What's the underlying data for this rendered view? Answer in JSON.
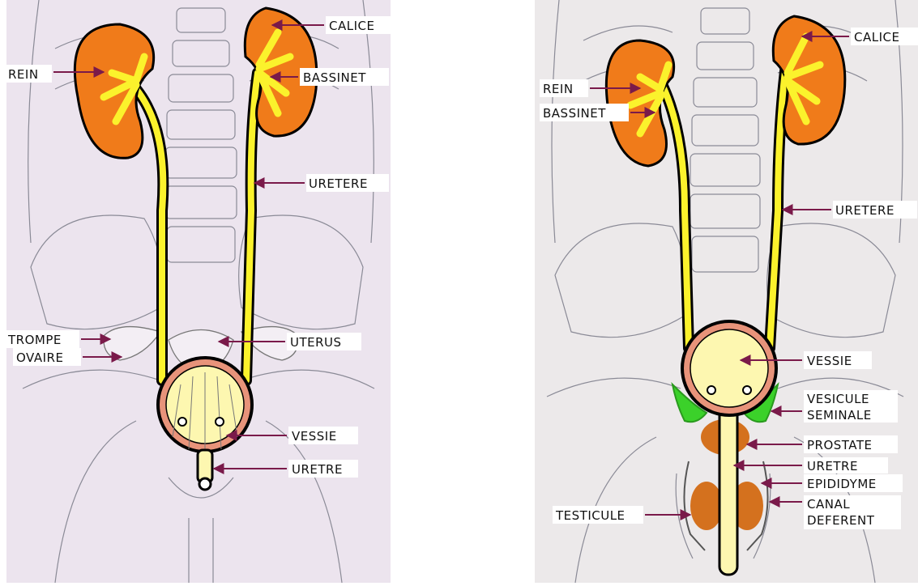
{
  "colors": {
    "background": "#ece4ee",
    "kidney": "#f07b1a",
    "pelvis": "#fbf22c",
    "bladder_wall": "#e8937a",
    "bladder_inner": "#fdf7b0",
    "vesicle": "#3bd12a",
    "prostate": "#d4711e",
    "arrow": "#7a1a4a",
    "outline": "#000000"
  },
  "female": {
    "labels": {
      "calice": "CALICE",
      "rein": "REIN",
      "bassinet": "BASSINET",
      "uretere": "URETERE",
      "trompe": "TROMPE",
      "ovaire": "OVAIRE",
      "uterus": "UTERUS",
      "vessie": "VESSIE",
      "uretre": "URETRE"
    }
  },
  "male": {
    "labels": {
      "calice": "CALICE",
      "rein": "REIN",
      "bassinet": "BASSINET",
      "uretere": "URETERE",
      "vessie": "VESSIE",
      "vesicule_1": "VESICULE",
      "vesicule_2": "SEMINALE",
      "prostate": "PROSTATE",
      "uretre": "URETRE",
      "epididyme": "EPIDIDYME",
      "testicule": "TESTICULE",
      "canal_1": "CANAL",
      "canal_2": "DEFERENT"
    }
  }
}
